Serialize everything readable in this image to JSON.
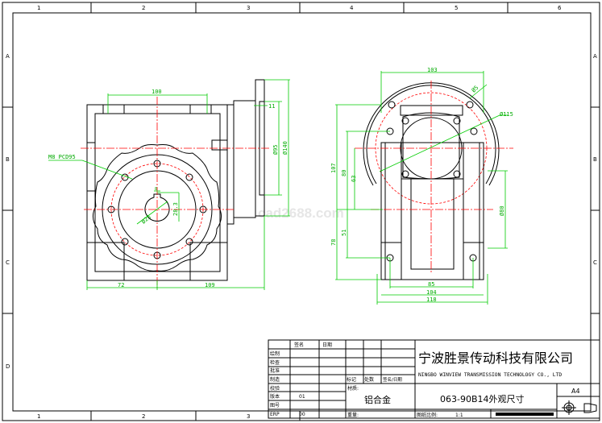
{
  "border": {
    "columns": [
      "1",
      "2",
      "3",
      "4",
      "5",
      "6"
    ],
    "rows": [
      "A",
      "B",
      "C",
      "D"
    ]
  },
  "watermark": "cad2688.com",
  "front_view": {
    "dims": {
      "top_width": "100",
      "bolt_spec": "M8 PCD95",
      "shaft_dia": "Ø25",
      "key_height": "28.3",
      "key_width": "8",
      "flange_offset": "11",
      "pilot_dia": "Ø95",
      "flange_dia": "Ø140",
      "left_width": "72",
      "right_width": "109"
    }
  },
  "side_view": {
    "dims": {
      "top_width": "103",
      "hole_dia": "Ø5",
      "pcd": "Ø115",
      "height_total": "107",
      "height_80": "80",
      "height_63": "63",
      "height_51": "51",
      "height_78": "78",
      "spigot_dia": "Ø80",
      "hole_spacing": "85",
      "base_inner": "104",
      "base_outer": "118"
    }
  },
  "title_block": {
    "header_sign": "签名",
    "header_date": "日期",
    "row_labels": [
      "绘制",
      "检查",
      "批准",
      "制造",
      "校验",
      "版本",
      "图号",
      "ERP"
    ],
    "version": "01",
    "erp": "00",
    "mark_label": "标记",
    "count_label": "处数",
    "sign_date_label": "签名/日期",
    "material_label": "材质:",
    "material": "铝合金",
    "company_cn": "宁波胜景传动科技有限公司",
    "company_en": "NINGBO WINVIEW TRANSMISSION TECHNOLOGY CO., LTD",
    "drawing_title": "063-90B14外观尺寸",
    "sheet_size": "A4",
    "weight_label": "重量:",
    "scale_label": "图纸比例:",
    "scale": "1:1"
  }
}
